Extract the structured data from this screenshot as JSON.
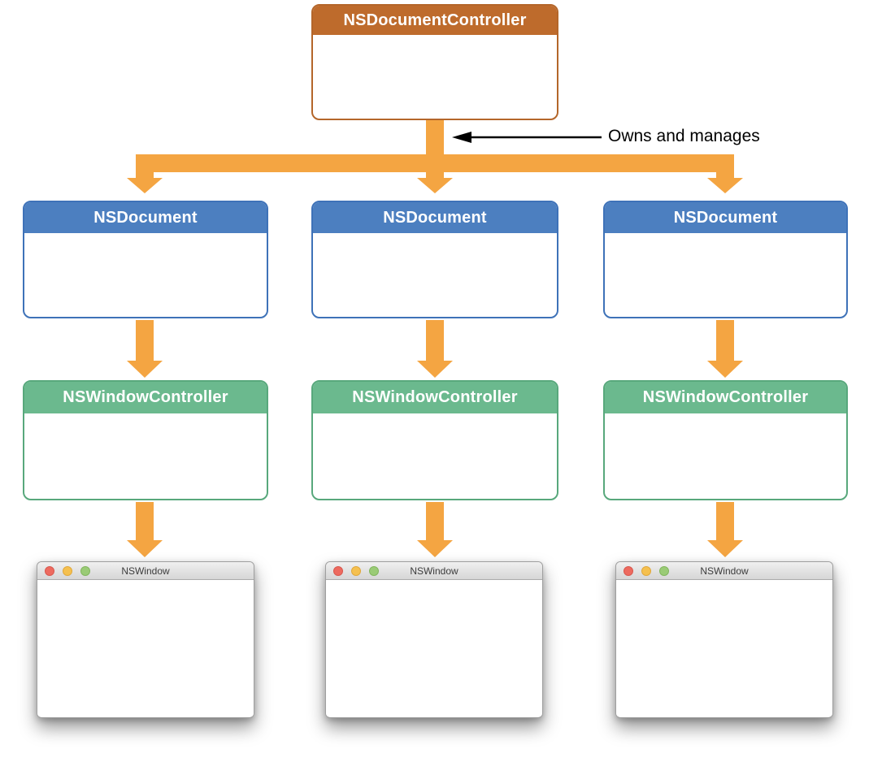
{
  "root_box": {
    "label": "NSDocumentController"
  },
  "annotation": {
    "label": "Owns and manages"
  },
  "columns": [
    {
      "document_label": "NSDocument",
      "controller_label": "NSWindowController",
      "window_title": "NSWindow"
    },
    {
      "document_label": "NSDocument",
      "controller_label": "NSWindowController",
      "window_title": "NSWindow"
    },
    {
      "document_label": "NSDocument",
      "controller_label": "NSWindowController",
      "window_title": "NSWindow"
    }
  ],
  "window_icons": [
    "close",
    "minimize",
    "zoom"
  ],
  "colors": {
    "root_header": "#be6b2c",
    "document_header": "#4c7fc0",
    "document_border": "#3e72b8",
    "controller_header": "#6bb98e",
    "controller_border": "#58a87c",
    "arrow_orange": "#f4a542",
    "annotation_arrow": "#000000",
    "traffic_red": "#ed6a5f",
    "traffic_yellow": "#f5c04f",
    "traffic_green": "#9acb76"
  }
}
